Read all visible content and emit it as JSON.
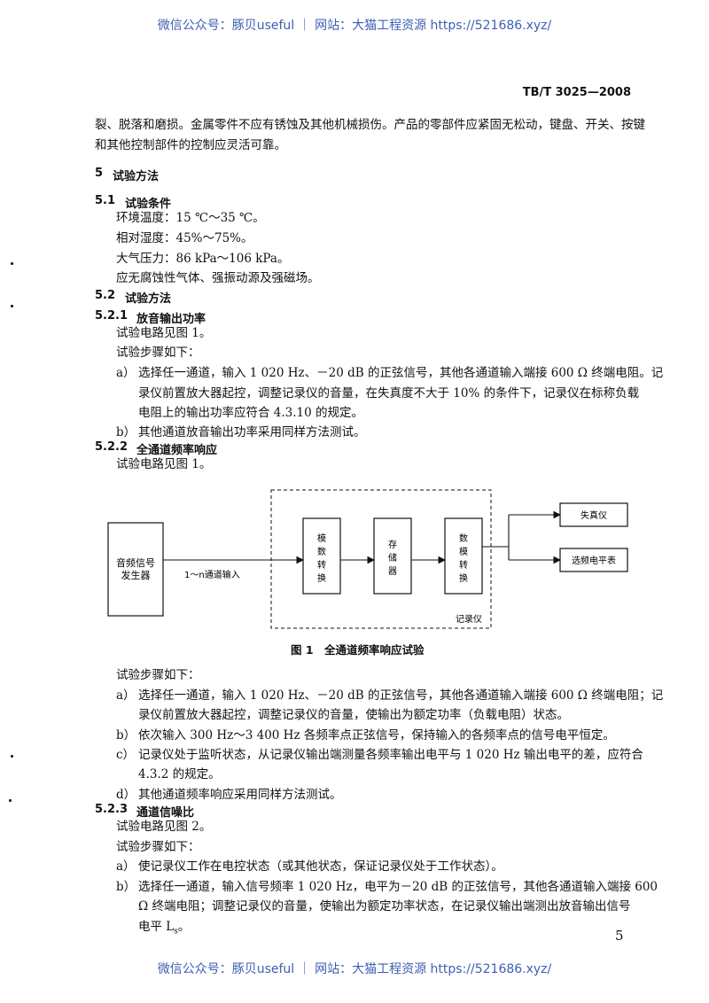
{
  "watermark": "微信公众号：豚贝useful ｜ 网站：大猫工程资源 https://521686.xyz/",
  "header": {
    "std_number": "TB/T 3025—2008"
  },
  "intro": [
    "裂、脱落和磨损。金属零件不应有锈蚀及其他机械损伤。产品的零部件应紧固无松动，键盘、开关、按键",
    "和其他控制部件的控制应灵活可靠。"
  ],
  "s5": {
    "num": "5",
    "title": "试验方法"
  },
  "s51": {
    "num": "5.1",
    "title": "试验条件",
    "lines": [
      "环境温度：15 ℃～35 ℃。",
      "相对湿度：45%～75%。",
      "大气压力：86 kPa～106 kPa。",
      "应无腐蚀性气体、强振动源及强磁场。"
    ]
  },
  "s52": {
    "num": "5.2",
    "title": "试验方法"
  },
  "s521": {
    "num": "5.2.1",
    "title": "放音输出功率",
    "circuit": "试验电路见图 1。",
    "steps": "试验步骤如下：",
    "a_label": "a）",
    "a_lines": [
      "选择任一通道，输入 1 020 Hz、－20 dB 的正弦信号，其他各通道输入端接 600 Ω 终端电阻。记",
      "录仪前置放大器起控，调整记录仪的音量，在失真度不大于 10% 的条件下，记录仪在标称负载",
      "电阻上的输出功率应符合 4.3.10 的规定。"
    ],
    "b_label": "b）",
    "b_lines": [
      "其他通道放音输出功率采用同样方法测试。"
    ]
  },
  "s522": {
    "num": "5.2.2",
    "title": "全通道频率响应",
    "circuit": "试验电路见图 1。",
    "steps": "试验步骤如下：",
    "a_label": "a）",
    "a_lines": [
      "选择任一通道，输入 1 020 Hz、－20 dB 的正弦信号，其他各通道输入端接 600 Ω 终端电阻；记",
      "录仪前置放大器起控，调整记录仪的音量，使输出为额定功率（负载电阻）状态。"
    ],
    "b_label": "b）",
    "b_lines": [
      "依次输入 300 Hz～3 400 Hz 各频率点正弦信号，保持输入的各频率点的信号电平恒定。"
    ],
    "c_label": "c）",
    "c_lines": [
      "记录仪处于监听状态，从记录仪输出端测量各频率输出电平与 1 020 Hz 输出电平的差，应符合",
      "4.3.2 的规定。"
    ],
    "d_label": "d）",
    "d_lines": [
      "其他通道频率响应采用同样方法测试。"
    ]
  },
  "figure1": {
    "generator": [
      "音频信号",
      "发生器"
    ],
    "input_label": "1～n通道输入",
    "adc": [
      "模",
      "数",
      "转",
      "换"
    ],
    "mem": [
      "存",
      "储",
      "器"
    ],
    "dac": [
      "数",
      "模",
      "转",
      "换"
    ],
    "recorder_label": "记录仪",
    "distortion_meter": "失真仪",
    "level_meter": "选频电平表",
    "caption": "图 1　全通道频率响应试验"
  },
  "s523": {
    "num": "5.2.3",
    "title": "通道信噪比",
    "circuit": "试验电路见图 2。",
    "steps": "试验步骤如下：",
    "a_label": "a）",
    "a_lines": [
      "使记录仪工作在电控状态（或其他状态，保证记录仪处于工作状态）。"
    ],
    "b_label": "b）",
    "b_lines": [
      "选择任一通道，输入信号频率 1 020 Hz，电平为－20 dB 的正弦信号，其他各通道输入端接 600",
      "Ω 终端电阻；调整记录仪的音量，使输出为额定功率状态，在记录仪输出端测出放音输出信号",
      "电平 L"
    ],
    "b_sub": "s",
    "b_end": "。"
  },
  "page_number": "5"
}
